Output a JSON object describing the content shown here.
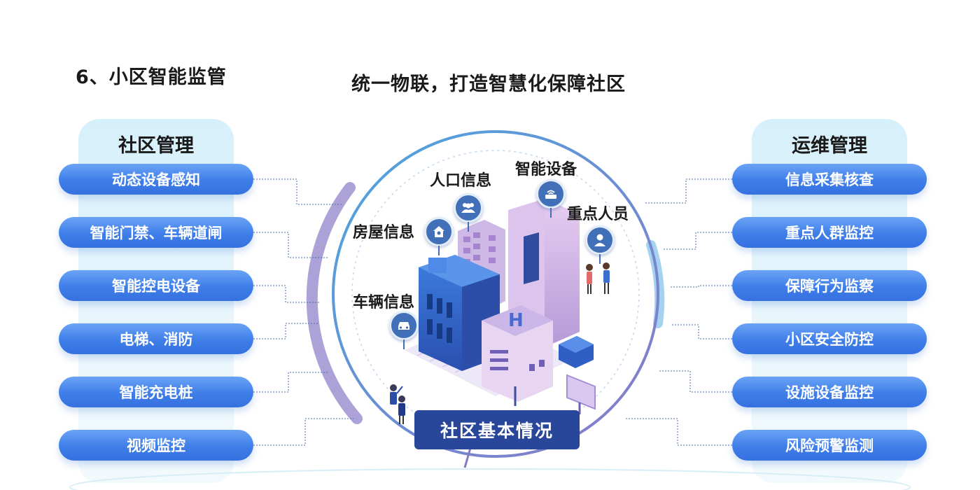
{
  "heading": "6、小区智能监管",
  "subtitle": "统一物联，打造智慧化保障社区",
  "left_panel": {
    "title": "社区管理",
    "items": [
      "动态设备感知",
      "智能门禁、车辆道闸",
      "智能控电设备",
      "电梯、消防",
      "智能充电桩",
      "视频监控"
    ]
  },
  "right_panel": {
    "title": "运维管理",
    "items": [
      "信息采集核查",
      "重点人群监控",
      "保障行为监察",
      "小区安全防控",
      "设施设备监控",
      "风险预警监测"
    ]
  },
  "center": {
    "labels": {
      "population": "人口信息",
      "devices": "智能设备",
      "key_persons": "重点人员",
      "housing": "房屋信息",
      "vehicles": "车辆信息"
    },
    "icons": {
      "population": "people-group-icon",
      "devices": "router-icon",
      "key_persons": "person-icon",
      "housing": "house-icon",
      "vehicles": "car-icon"
    },
    "basic_info": "社区基本情况"
  },
  "colors": {
    "pill": "#3f7ee9",
    "panel_bg": "#d6f0fb",
    "dark_box": "#28469a",
    "pin": "#4170b8"
  }
}
